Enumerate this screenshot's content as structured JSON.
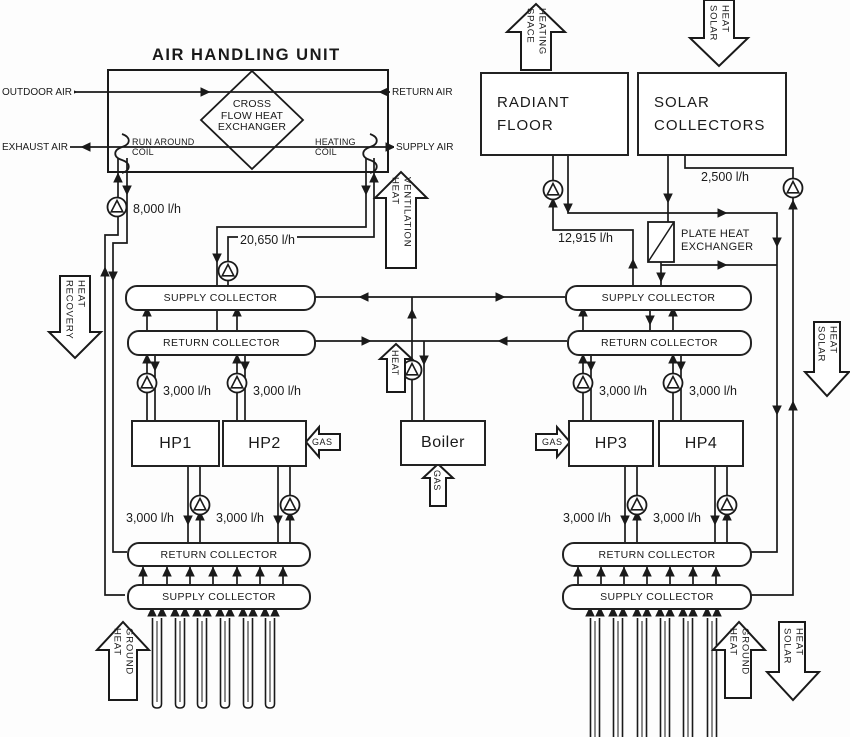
{
  "title": "AIR HANDLING UNIT",
  "ahu": {
    "cross_flow_line1": "CROSS",
    "cross_flow_line2": "FLOW HEAT",
    "cross_flow_line3": "EXCHANGER",
    "run_around_line1": "RUN AROUND",
    "run_around_line2": "COIL",
    "heating_coil_line1": "HEATING",
    "heating_coil_line2": "COIL",
    "outdoor_air": "OUTDOOR AIR",
    "return_air": "RETURN AIR",
    "exhaust_air": "EXHAUST AIR",
    "supply_air": "SUPPLY AIR"
  },
  "units": {
    "radiant_floor_line1": "RADIANT",
    "radiant_floor_line2": "FLOOR",
    "solar_line1": "SOLAR",
    "solar_line2": "COLLECTORS",
    "hp1": "HP1",
    "hp2": "HP2",
    "hp3": "HP3",
    "hp4": "HP4",
    "boiler": "Boiler",
    "phe_line1": "PLATE HEAT",
    "phe_line2": "EXCHANGER"
  },
  "collectors": {
    "supply": "SUPPLY COLLECTOR",
    "return": "RETURN COLLECTOR"
  },
  "flows": {
    "run_around": "8,000 l/h",
    "air_heating": "20,650 l/h",
    "radiant": "12,915 l/h",
    "solar": "2,500 l/h",
    "hp": "3,000 l/h"
  },
  "energy_arrows": {
    "space_heating": {
      "w1": "SPACE",
      "w2": "HEATING"
    },
    "solar_heat_top": {
      "w1": "SOLAR",
      "w2": "HEAT"
    },
    "ventilation": {
      "w1": "HEAT",
      "w2": "VENTILATION"
    },
    "recovery": {
      "w1": "RECOVERY",
      "w2": "HEAT"
    },
    "solar_right": {
      "w1": "SOLAR",
      "w2": "HEAT"
    },
    "ground_left": {
      "w1": "HEAT",
      "w2": "GROUND"
    },
    "ground_right": {
      "w1": "HEAT",
      "w2": "GROUND"
    },
    "solar_bottom": {
      "w1": "SOLAR",
      "w2": "HEAT"
    },
    "boiler_heat": "HEAT"
  },
  "gas": "GAS"
}
